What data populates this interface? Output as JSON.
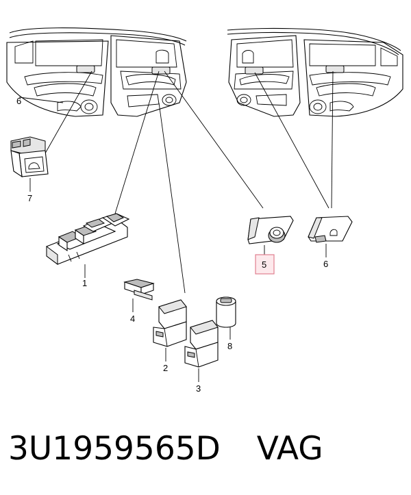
{
  "callouts": {
    "c1": "1",
    "c2": "2",
    "c3": "3",
    "c4": "4",
    "c5": "5",
    "c6_left": "6",
    "c6_right": "6",
    "c7": "7",
    "c8": "8"
  },
  "highlight": {
    "label": "5",
    "border_color": "#e07f8f",
    "fill_color": "#fde9ec"
  },
  "footer": {
    "part_number": "3U1959565D",
    "brand": "VAG"
  }
}
